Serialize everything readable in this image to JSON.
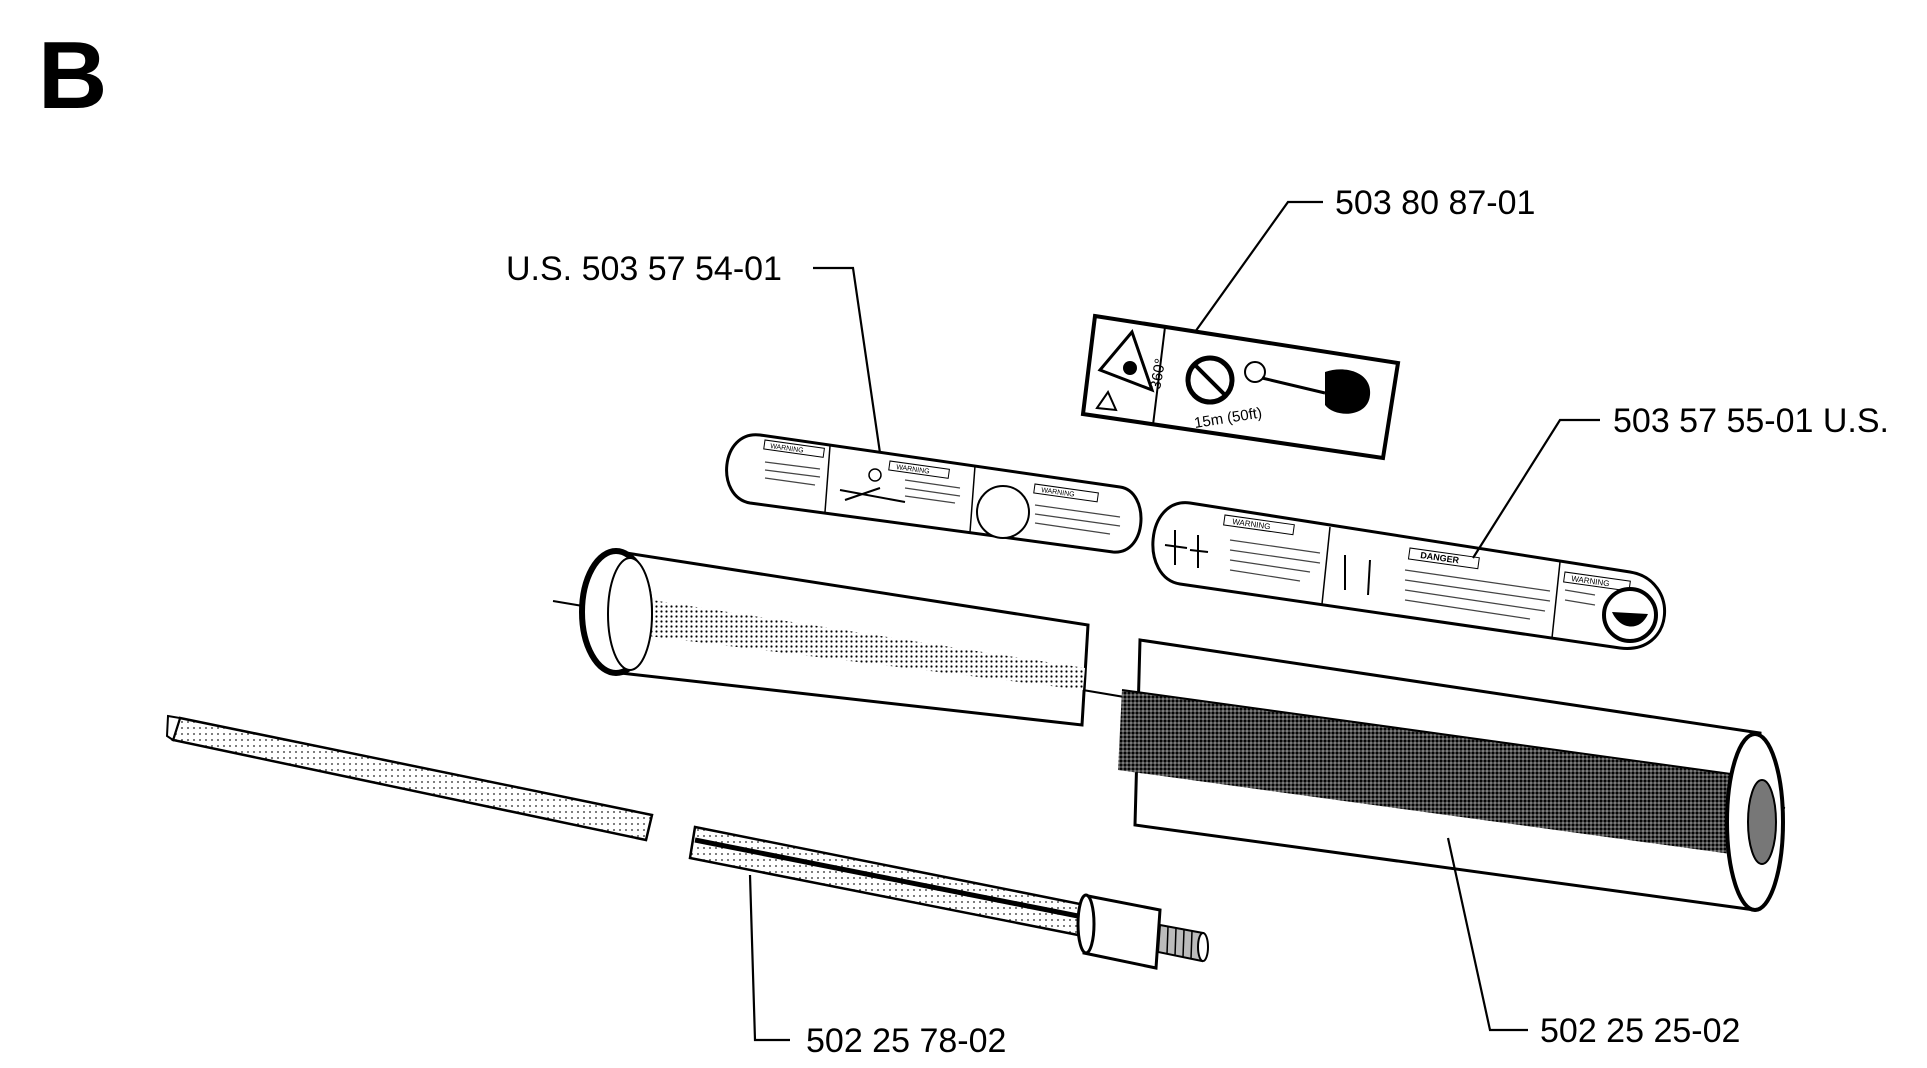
{
  "section": {
    "letter": "B"
  },
  "parts": {
    "warning_decal_upper": "503 80 87-01",
    "warning_decal_left_us": "U.S. 503 57 54-01",
    "warning_decal_right_us": "503 57 55-01 U.S.",
    "drive_shaft": "502 25 78-02",
    "shaft_tube": "502 25 25-02"
  },
  "decal_text": {
    "warning": "WARNING",
    "danger": "DANGER",
    "distance": "15m (50ft)",
    "angle": "360°"
  }
}
